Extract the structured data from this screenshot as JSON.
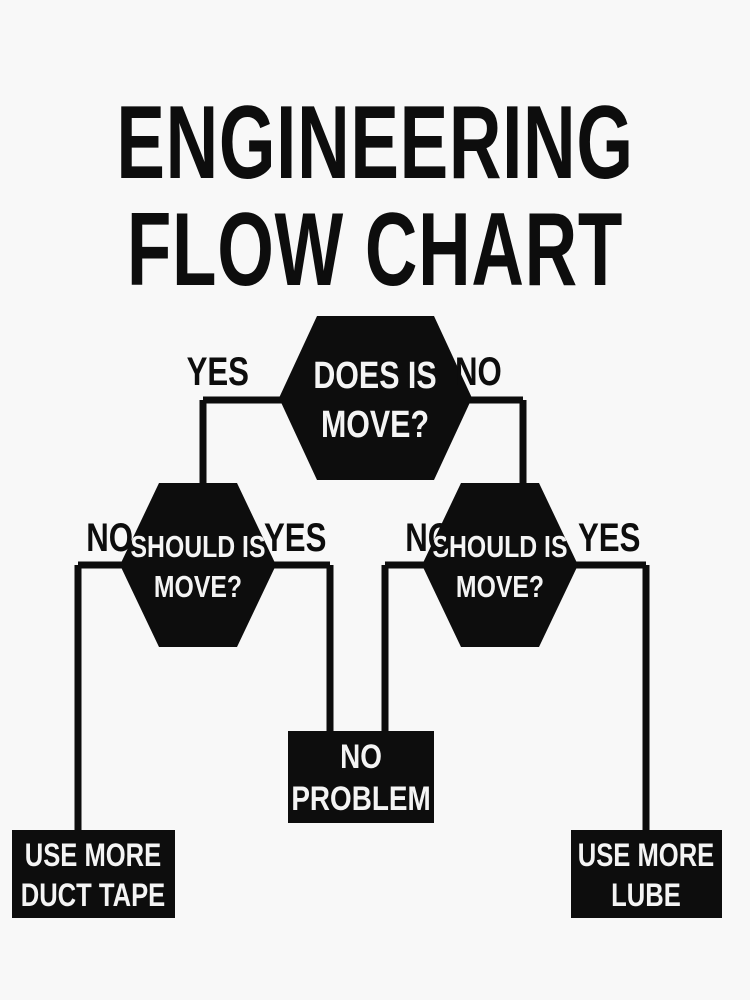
{
  "poster": {
    "background_color": "#f8f8f8",
    "ink_color": "#0d0d0d",
    "node_text_color": "#f4f4f4"
  },
  "title": {
    "line1": "ENGINEERING",
    "line2": "FLOW CHART"
  },
  "chart_data": {
    "type": "diagram",
    "title": "ENGINEERING FLOW CHART",
    "nodes": [
      {
        "id": "q1",
        "shape": "hexagon",
        "line1": "DOES IS",
        "line2": "MOVE?"
      },
      {
        "id": "q2",
        "shape": "hexagon",
        "line1": "SHOULD IS",
        "line2": "MOVE?"
      },
      {
        "id": "q3",
        "shape": "hexagon",
        "line1": "SHOULD IS",
        "line2": "MOVE?"
      },
      {
        "id": "t1",
        "shape": "rectangle",
        "line1": "USE MORE",
        "line2": "DUCT TAPE"
      },
      {
        "id": "t2",
        "shape": "rectangle",
        "line1": "NO",
        "line2": "PROBLEM"
      },
      {
        "id": "t3",
        "shape": "rectangle",
        "line1": "USE MORE",
        "line2": "LUBE"
      }
    ],
    "edges": [
      {
        "from": "q1",
        "to": "q2",
        "label": "YES"
      },
      {
        "from": "q1",
        "to": "q3",
        "label": "NO"
      },
      {
        "from": "q2",
        "to": "t1",
        "label": "NO"
      },
      {
        "from": "q2",
        "to": "t2",
        "label": "YES"
      },
      {
        "from": "q3",
        "to": "t2",
        "label": "NO"
      },
      {
        "from": "q3",
        "to": "t3",
        "label": "YES"
      }
    ]
  },
  "nodes": {
    "q1": {
      "line1": "DOES IS",
      "line2": "MOVE?"
    },
    "q2": {
      "line1": "SHOULD IS",
      "line2": "MOVE?"
    },
    "q3": {
      "line1": "SHOULD IS",
      "line2": "MOVE?"
    },
    "t1": {
      "line1": "USE MORE",
      "line2": "DUCT TAPE"
    },
    "t2": {
      "line1": "NO",
      "line2": "PROBLEM"
    },
    "t3": {
      "line1": "USE MORE",
      "line2": "LUBE"
    }
  },
  "labels": {
    "q1_left": "YES",
    "q1_right": "NO",
    "q2_left": "NO",
    "q2_right": "YES",
    "q3_left": "NO",
    "q3_right": "YES"
  }
}
